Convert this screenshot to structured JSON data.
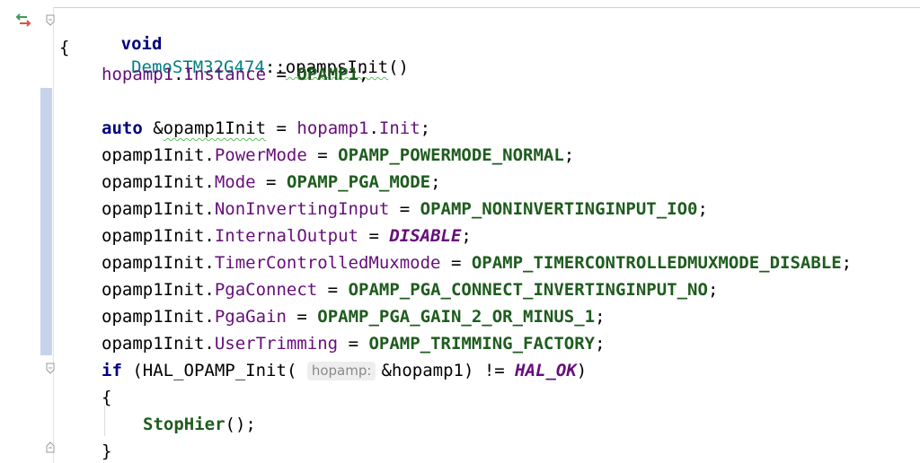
{
  "colors": {
    "keyword": "#000080",
    "class": "#008080",
    "field": "#660e7a",
    "macro": "#1e5c1e",
    "change_marker": "#c7d3ea",
    "inlay_bg": "#eeeeee",
    "inlay_fg": "#8a8a8a"
  },
  "gutter": {
    "override_icon": "override-method-icon",
    "fold_icon": "fold-marker-icon"
  },
  "code": {
    "l1": {
      "kw": "void",
      "cls": "DemoSTM32G474",
      "sep": "::",
      "fn": "opampsInit",
      "rest": "()"
    },
    "l2": {
      "brace": "{"
    },
    "l3": {
      "obj": "hopamp1",
      "dot": ".",
      "field": "Instance",
      "eq": " = ",
      "val": "OPAMP1",
      "semi": ";"
    },
    "l5": {
      "kw": "auto",
      "amp": " &",
      "var": "opamp1Init",
      "eq": " = ",
      "obj": "hopamp1",
      "dot": ".",
      "field": "Init",
      "semi": ";"
    },
    "l6": {
      "obj": "opamp1Init",
      "dot": ".",
      "field": "PowerMode",
      "eq": " = ",
      "val": "OPAMP_POWERMODE_NORMAL",
      "semi": ";"
    },
    "l7": {
      "obj": "opamp1Init",
      "dot": ".",
      "field": "Mode",
      "eq": " = ",
      "val": "OPAMP_PGA_MODE",
      "semi": ";"
    },
    "l8": {
      "obj": "opamp1Init",
      "dot": ".",
      "field": "NonInvertingInput",
      "eq": " = ",
      "val": "OPAMP_NONINVERTINGINPUT_IO0",
      "semi": ";"
    },
    "l9": {
      "obj": "opamp1Init",
      "dot": ".",
      "field": "InternalOutput",
      "eq": " = ",
      "val": "DISABLE",
      "semi": ";"
    },
    "l10": {
      "obj": "opamp1Init",
      "dot": ".",
      "field": "TimerControlledMuxmode",
      "eq": " = ",
      "val": "OPAMP_TIMERCONTROLLEDMUXMODE_DISABLE",
      "semi": ";"
    },
    "l11": {
      "obj": "opamp1Init",
      "dot": ".",
      "field": "PgaConnect",
      "eq": " = ",
      "val": "OPAMP_PGA_CONNECT_INVERTINGINPUT_NO",
      "semi": ";"
    },
    "l12": {
      "obj": "opamp1Init",
      "dot": ".",
      "field": "PgaGain",
      "eq": " = ",
      "val": "OPAMP_PGA_GAIN_2_OR_MINUS_1",
      "semi": ";"
    },
    "l13": {
      "obj": "opamp1Init",
      "dot": ".",
      "field": "UserTrimming",
      "eq": " = ",
      "val": "OPAMP_TRIMMING_FACTORY",
      "semi": ";"
    },
    "l14": {
      "kw": "if",
      "open": " (",
      "fn": "HAL_OPAMP_Init",
      "paren": "(",
      "hint": "hopamp:",
      "arg": "&hopamp1",
      "neq": ") != ",
      "val": "HAL_OK",
      "close": ")"
    },
    "l15": {
      "brace": "{"
    },
    "l16": {
      "fn": "StopHier",
      "rest": "();"
    },
    "l17": {
      "brace": "}"
    }
  }
}
